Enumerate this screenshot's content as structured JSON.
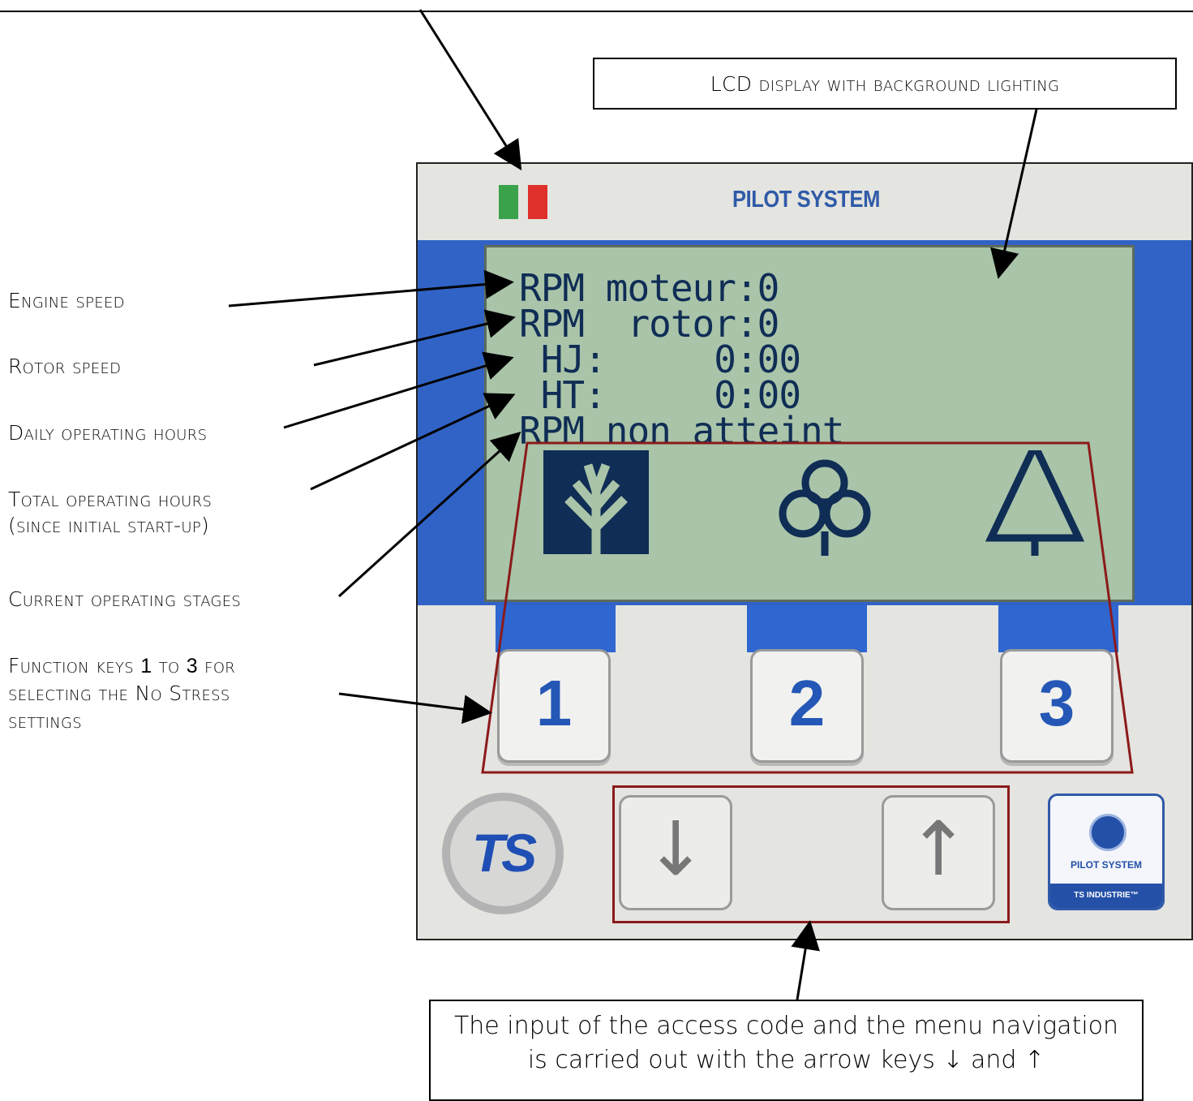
{
  "labels": {
    "lcd_display": "LCD display with background lighting",
    "engine_speed": "Engine speed",
    "rotor_speed": "Rotor speed",
    "daily_hours": "Daily operating hours",
    "total_hours_line1": "Total operating hours",
    "total_hours_line2": "(since initial start-up)",
    "operating_stages": "Current operating stages",
    "function_keys_line1_a": "Function keys",
    "function_keys_num1": "1",
    "function_keys_to": "to",
    "function_keys_num3": "3",
    "function_keys_for": "for",
    "function_keys_line2": "selecting the No Stress",
    "function_keys_line3": "settings",
    "arrow_keys_line1": "The input of the access code and the menu navigation",
    "arrow_keys_line2": "is carried out with the arrow keys ↓ and ↑"
  },
  "panel": {
    "brand": "PILOT SYSTEM",
    "lcd_lines": [
      "RPM moteur:0",
      "RPM  rotor:0",
      " HJ:     0:00",
      " HT:     0:00",
      "RPM non atteint"
    ],
    "function_keys": [
      "1",
      "2",
      "3"
    ],
    "arrow_down": "↓",
    "arrow_up": "↑",
    "badge_title": "PILOT SYSTEM",
    "badge_footer": "TS INDUSTRIE™",
    "logo_text": "TS"
  },
  "colors": {
    "lcd_bg": "#a9c4a8",
    "lcd_text": "#0f2d55",
    "panel_blue": "#3163c6",
    "key_digit": "#2457b6",
    "highlight_red": "#8b1a1a"
  }
}
